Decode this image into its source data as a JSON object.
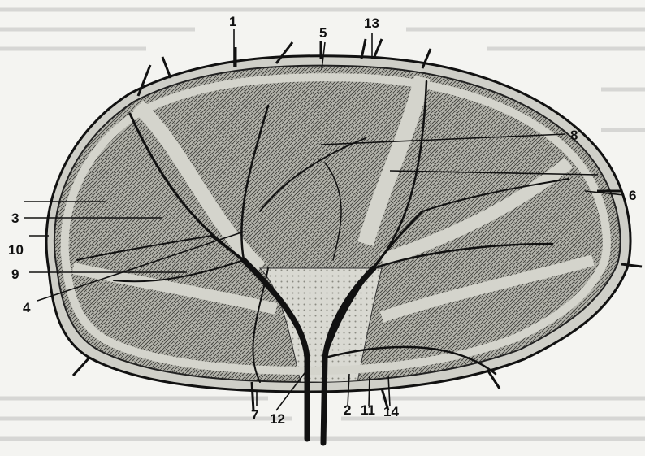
{
  "figure": {
    "callouts": [
      {
        "id": "1",
        "text": "1"
      },
      {
        "id": "2",
        "text": "2"
      },
      {
        "id": "3",
        "text": "3"
      },
      {
        "id": "4",
        "text": "4"
      },
      {
        "id": "5",
        "text": "5"
      },
      {
        "id": "6",
        "text": "6"
      },
      {
        "id": "7",
        "text": "7"
      },
      {
        "id": "8",
        "text": "8"
      },
      {
        "id": "9",
        "text": "9"
      },
      {
        "id": "10",
        "text": "10"
      },
      {
        "id": "11",
        "text": "11"
      },
      {
        "id": "12",
        "text": "12"
      },
      {
        "id": "13",
        "text": "13"
      },
      {
        "id": "14",
        "text": "14"
      }
    ],
    "colors": {
      "ink": "#111111",
      "capsule": "#cfcfc8",
      "parenchyma": "#9a9a92",
      "background": "#f4f4f1"
    }
  }
}
